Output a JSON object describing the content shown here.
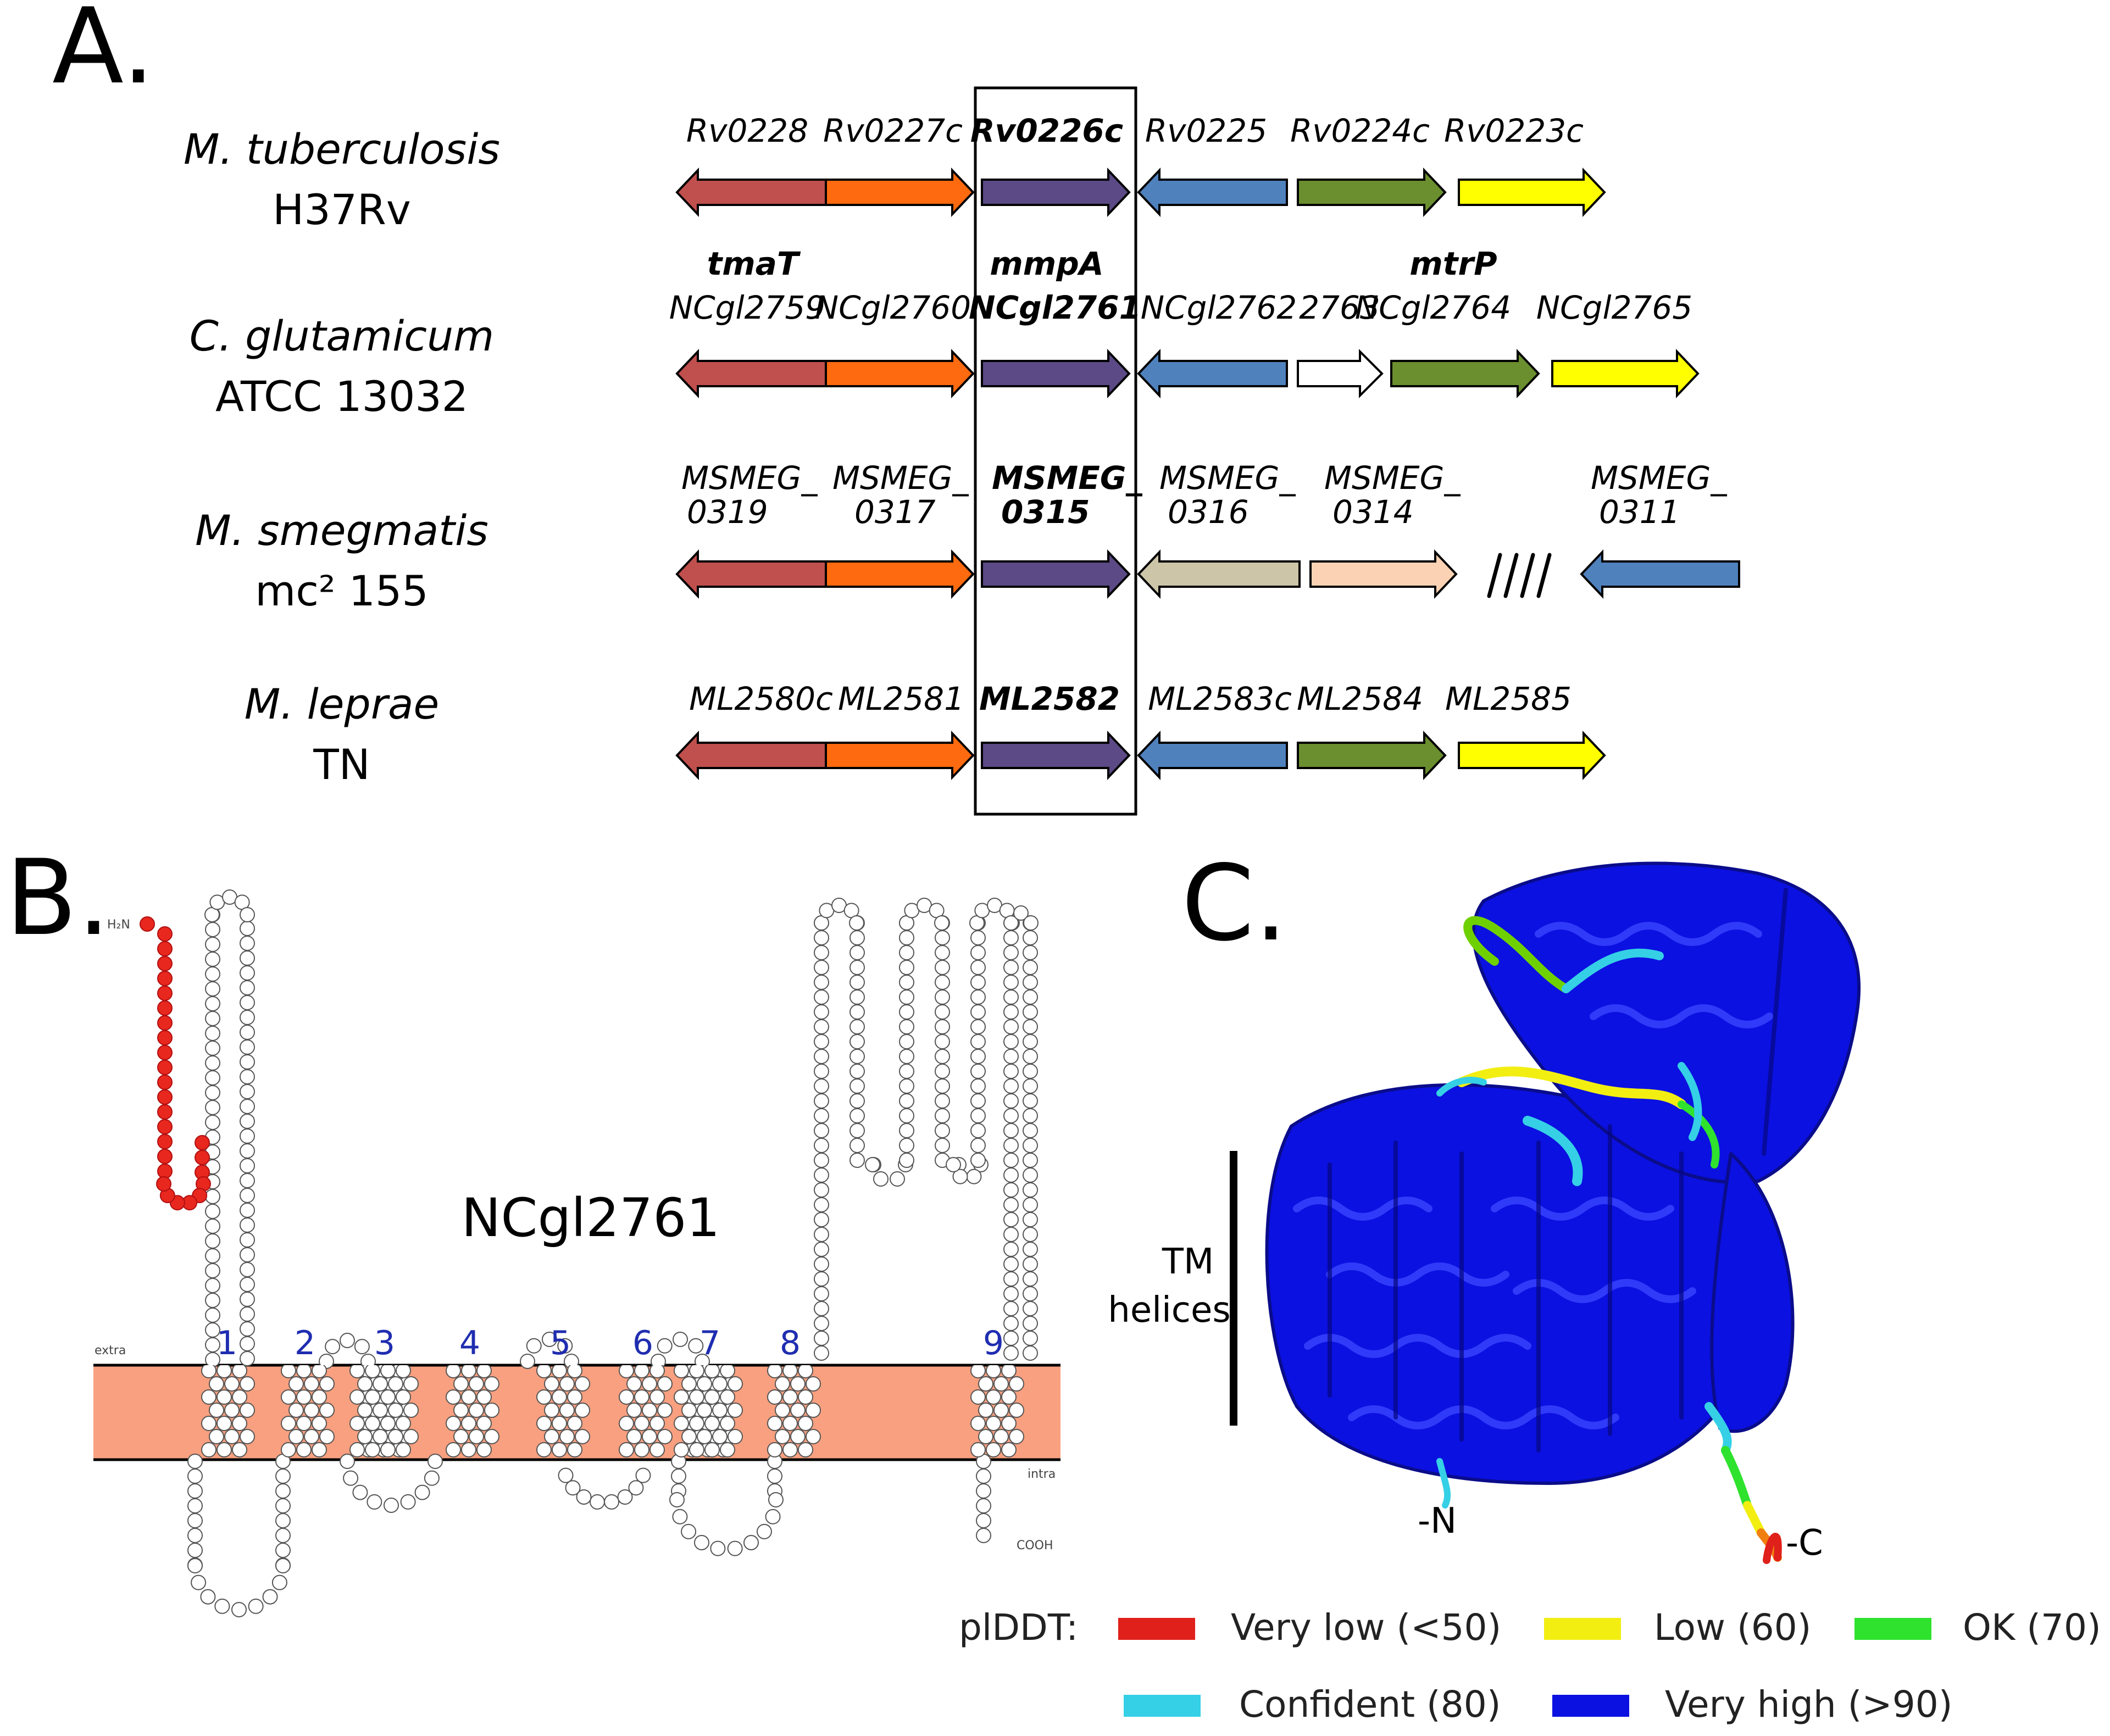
{
  "panels": {
    "a": "A.",
    "b": "B.",
    "c": "C."
  },
  "colors": {
    "red": "#c0504d",
    "orange": "#fd6a10",
    "purple": "#5b4a85",
    "blue": "#4f81bd",
    "green": "#6b8e2f",
    "yellow": "#ffff00",
    "white": "#ffffff",
    "tan": "#cdc5a8",
    "peach": "#fbd3b4",
    "membrane": "#f8a07f",
    "signal": "#e8271e",
    "plddt_very_low": "#e0201b",
    "plddt_low": "#f2ee12",
    "plddt_ok": "#2ee22e",
    "plddt_confident": "#35d0e6",
    "plddt_very_high": "#0b11e0"
  },
  "panel_a": {
    "rows": [
      {
        "species": "M. tuberculosis",
        "strain": "H37Rv",
        "genes": [
          {
            "label": "Rv0228",
            "color": "red",
            "dir": "left",
            "bold": false
          },
          {
            "label": "Rv0227c",
            "color": "orange",
            "dir": "right",
            "bold": false
          },
          {
            "label": "Rv0226c",
            "color": "purple",
            "dir": "right",
            "bold": true
          },
          {
            "label": "Rv0225",
            "color": "blue",
            "dir": "left",
            "bold": false
          },
          {
            "label": "Rv0224c",
            "color": "green",
            "dir": "right",
            "bold": false
          },
          {
            "label": "Rv0223c",
            "color": "yellow",
            "dir": "right",
            "bold": false
          }
        ]
      },
      {
        "species": "C. glutamicum",
        "strain": "ATCC 13032",
        "names": [
          "tmaT",
          "mmpA",
          "mtrP"
        ],
        "genes": [
          {
            "label": "NCgl2759",
            "color": "red",
            "dir": "left",
            "bold": false
          },
          {
            "label": "NCgl2760",
            "color": "orange",
            "dir": "right",
            "bold": false
          },
          {
            "label": "NCgl2761",
            "color": "purple",
            "dir": "right",
            "bold": true
          },
          {
            "label": "NCgl2762",
            "color": "blue",
            "dir": "left",
            "bold": false
          },
          {
            "label": "2763",
            "color": "white",
            "dir": "right",
            "bold": false
          },
          {
            "label": "NCgl2764",
            "color": "green",
            "dir": "right",
            "bold": false
          },
          {
            "label": "NCgl2765",
            "color": "yellow",
            "dir": "right",
            "bold": false
          }
        ]
      },
      {
        "species": "M. smegmatis",
        "strain": "mc² 155",
        "genes": [
          {
            "label": "MSMEG_",
            "label2": "0319",
            "color": "red",
            "dir": "left",
            "bold": false
          },
          {
            "label": "MSMEG_",
            "label2": "0317",
            "color": "orange",
            "dir": "right",
            "bold": false
          },
          {
            "label": "MSMEG_",
            "label2": "0315",
            "color": "purple",
            "dir": "right",
            "bold": true
          },
          {
            "label": "MSMEG_",
            "label2": "0316",
            "color": "tan",
            "dir": "left",
            "bold": false
          },
          {
            "label": "MSMEG_",
            "label2": "0314",
            "color": "peach",
            "dir": "right",
            "bold": false
          },
          {
            "label": "MSMEG_",
            "label2": "0311",
            "color": "blue",
            "dir": "left",
            "bold": false
          }
        ],
        "break_mark": "////"
      },
      {
        "species": "M. leprae",
        "strain": "TN",
        "genes": [
          {
            "label": "ML2580c",
            "color": "red",
            "dir": "left",
            "bold": false
          },
          {
            "label": "ML2581",
            "color": "orange",
            "dir": "right",
            "bold": false
          },
          {
            "label": "ML2582",
            "color": "purple",
            "dir": "right",
            "bold": true
          },
          {
            "label": "ML2583c",
            "color": "blue",
            "dir": "left",
            "bold": false
          },
          {
            "label": "ML2584",
            "color": "green",
            "dir": "right",
            "bold": false
          },
          {
            "label": "ML2585",
            "color": "yellow",
            "dir": "right",
            "bold": false
          }
        ]
      }
    ]
  },
  "panel_b": {
    "protein": "NCgl2761",
    "helix_numbers": [
      "1",
      "2",
      "3",
      "4",
      "5",
      "6",
      "7",
      "8",
      "9"
    ],
    "extra_label": "extra",
    "intra_label": "intra",
    "n_term": "H₂N",
    "c_term": "COOH"
  },
  "panel_c": {
    "tm_label_line1": "TM",
    "tm_label_line2": "helices",
    "n_label": "-N",
    "c_label": "-C",
    "legend_title": "plDDT:",
    "legend": [
      {
        "label": "Very low (<50)",
        "color": "plddt_very_low"
      },
      {
        "label": "Low (60)",
        "color": "plddt_low"
      },
      {
        "label": "OK (70)",
        "color": "plddt_ok"
      },
      {
        "label": "Confident (80)",
        "color": "plddt_confident"
      },
      {
        "label": "Very high (>90)",
        "color": "plddt_very_high"
      }
    ]
  }
}
